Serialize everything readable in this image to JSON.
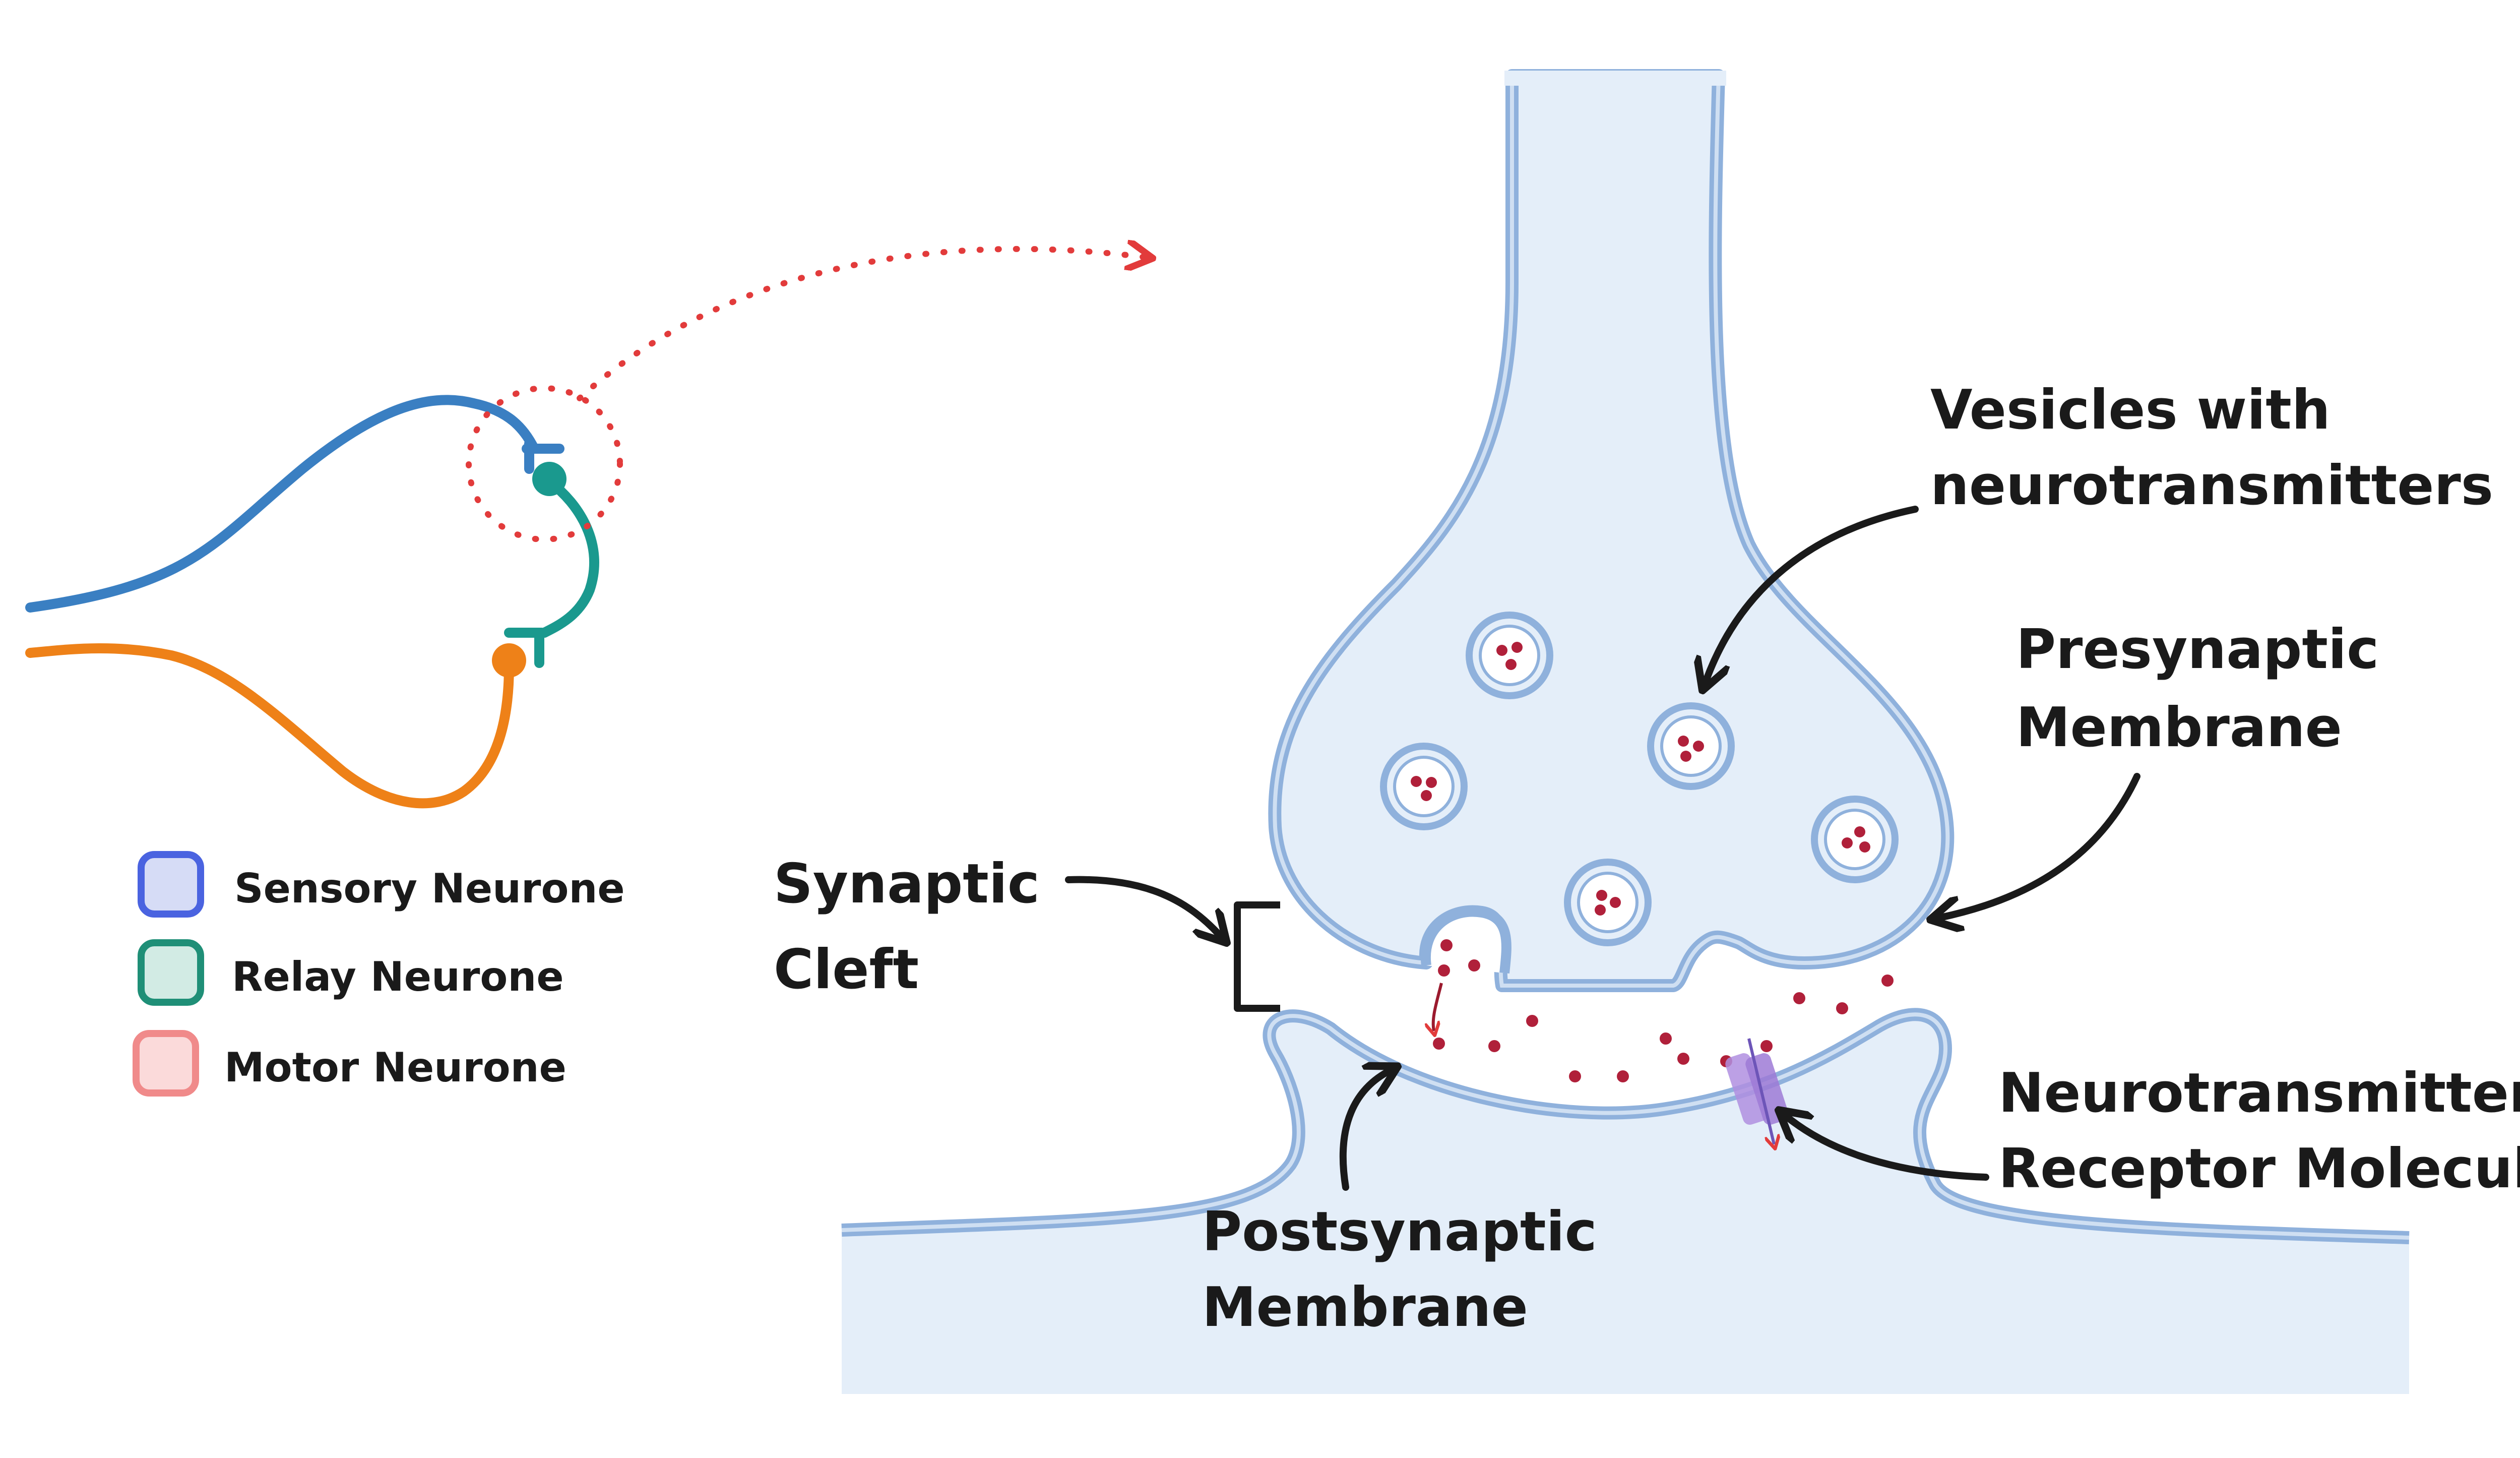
{
  "labels": {
    "synaptic_cleft": [
      "Synaptic",
      "Cleft"
    ],
    "vesicles": [
      "Vesicles with",
      "neurotransmitters"
    ],
    "presynaptic": [
      "Presynaptic",
      "Membrane"
    ],
    "postsynaptic": [
      "Postsynaptic",
      "Membrane"
    ],
    "receptor": [
      "Neurotransmitter",
      "Receptor Molecules"
    ]
  },
  "legend": [
    {
      "label": "Sensory Neurone",
      "stroke": "#4a63e0",
      "fill": "#d6dcf6"
    },
    {
      "label": "Relay Neurone",
      "stroke": "#1f8f77",
      "fill": "#d2ebe4"
    },
    {
      "label": "Motor Neurone",
      "stroke": "#f08a8a",
      "fill": "#fbdada"
    }
  ],
  "colors": {
    "sensory": "#3a7fc2",
    "relay": "#1a998e",
    "motor": "#ee8118",
    "highlight": "#e23b3b",
    "membrane": "#8fb1dc",
    "cytoplasm": "#e4eef9",
    "neurotransmitter": "#b0203a",
    "receptor": "#b08fe0"
  }
}
